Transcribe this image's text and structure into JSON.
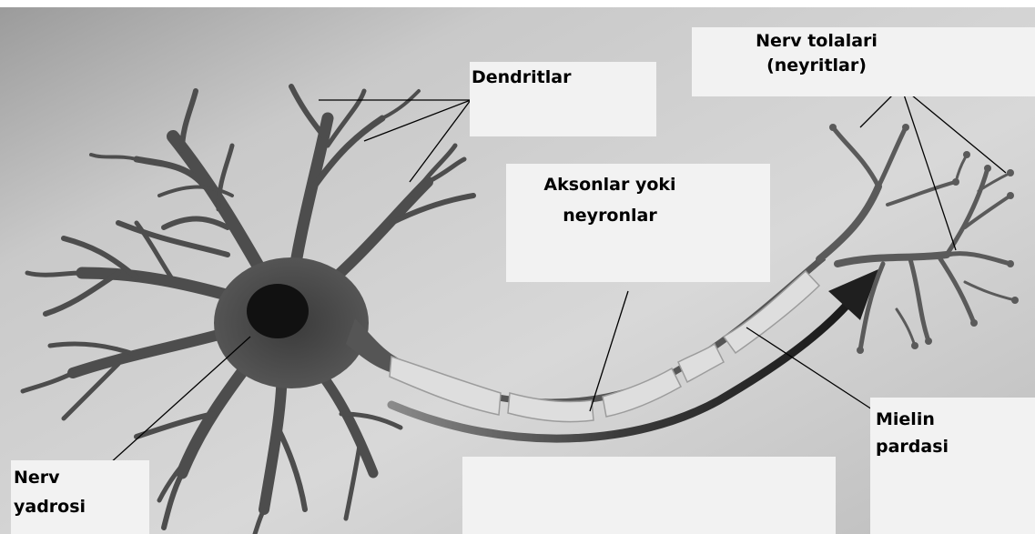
{
  "labels": {
    "dendrites": "Dendritlar",
    "nerve_fibers_line1": "Nerv tolalari",
    "nerve_fibers_line2": "(neyritlar)",
    "axon_line1": "Aksonlar yoki",
    "axon_line2": "neyronlar",
    "myelin_line1": "Mielin",
    "myelin_line2": "pardasi",
    "nucleus_line1": "Nerv",
    "nucleus_line2": "yadrosi"
  },
  "colors": {
    "neuron": "#4a4a4a",
    "nucleus": "#1a1a1a",
    "myelin": "#dcdcdc",
    "arrow": "#2b2b2b",
    "box": "#f2f2f2"
  }
}
